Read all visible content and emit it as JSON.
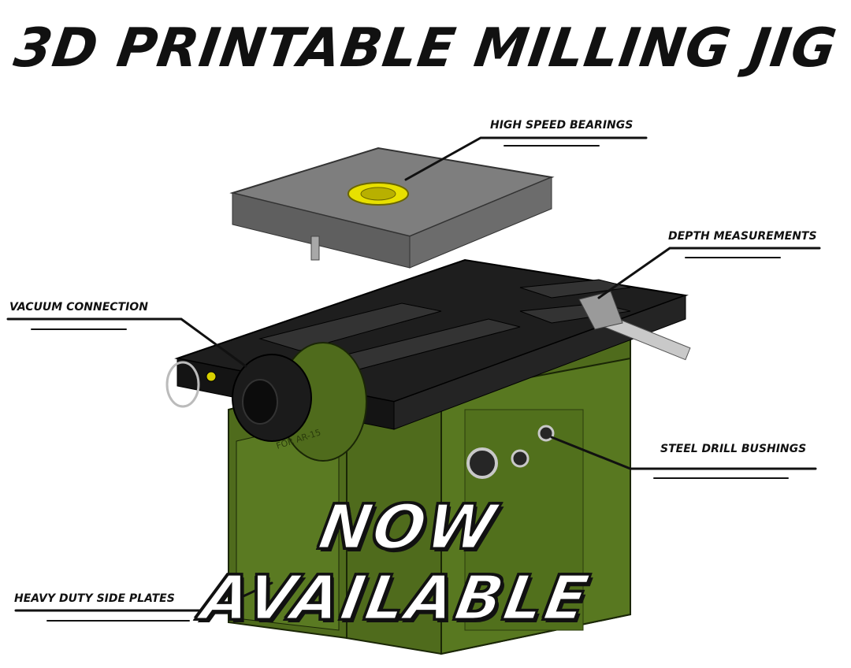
{
  "title": "3D PRINTABLE MILLING JIG",
  "banner": "NOW AVAILABLE",
  "callouts": {
    "bearings": "HIGH SPEED BEARINGS",
    "depth": "DEPTH MEASUREMENTS",
    "vacuum": "VACUUM CONNECTION",
    "bushings": "STEEL DRILL BUSHINGS",
    "side_plates": "HEAVY DUTY SIDE PLATES"
  },
  "engraving": "FOR AR-15",
  "colors": {
    "green": "#4f6b1c",
    "dark_green": "#3a5012",
    "top_plate": "#1e1e1e",
    "router_plate": "#7e7e7e",
    "bearing": "#e8e000",
    "ink": "#111111"
  }
}
